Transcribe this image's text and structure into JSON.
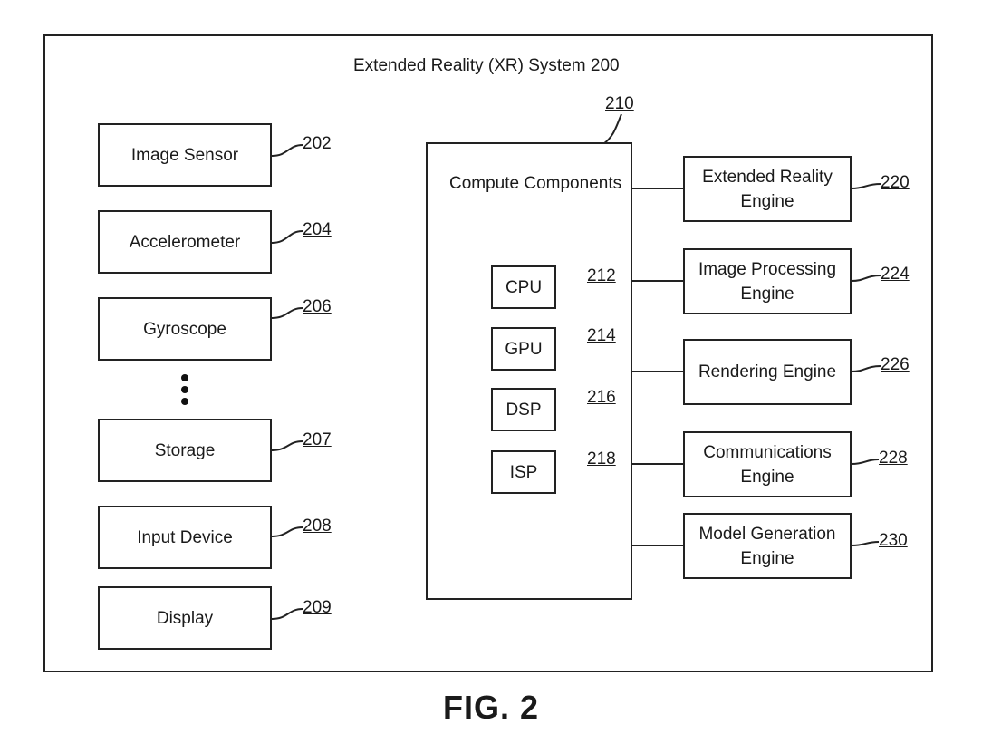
{
  "system": {
    "title": "Extended Reality (XR) System",
    "ref": "200"
  },
  "sensors": [
    {
      "label": "Image Sensor",
      "ref": "202"
    },
    {
      "label": "Accelerometer",
      "ref": "204"
    },
    {
      "label": "Gyroscope",
      "ref": "206"
    },
    {
      "label": "Storage",
      "ref": "207"
    },
    {
      "label": "Input Device",
      "ref": "208"
    },
    {
      "label": "Display",
      "ref": "209"
    }
  ],
  "compute": {
    "label": "Compute Components",
    "ref": "210",
    "processors": [
      {
        "label": "CPU",
        "ref": "212"
      },
      {
        "label": "GPU",
        "ref": "214"
      },
      {
        "label": "DSP",
        "ref": "216"
      },
      {
        "label": "ISP",
        "ref": "218"
      }
    ]
  },
  "engines": [
    {
      "label": "Extended Reality\nEngine",
      "ref": "220"
    },
    {
      "label": "Image Processing\nEngine",
      "ref": "224"
    },
    {
      "label": "Rendering Engine",
      "ref": "226"
    },
    {
      "label": "Communications\nEngine",
      "ref": "228"
    },
    {
      "label": "Model Generation\nEngine",
      "ref": "230"
    }
  ],
  "figure_label": "FIG. 2"
}
